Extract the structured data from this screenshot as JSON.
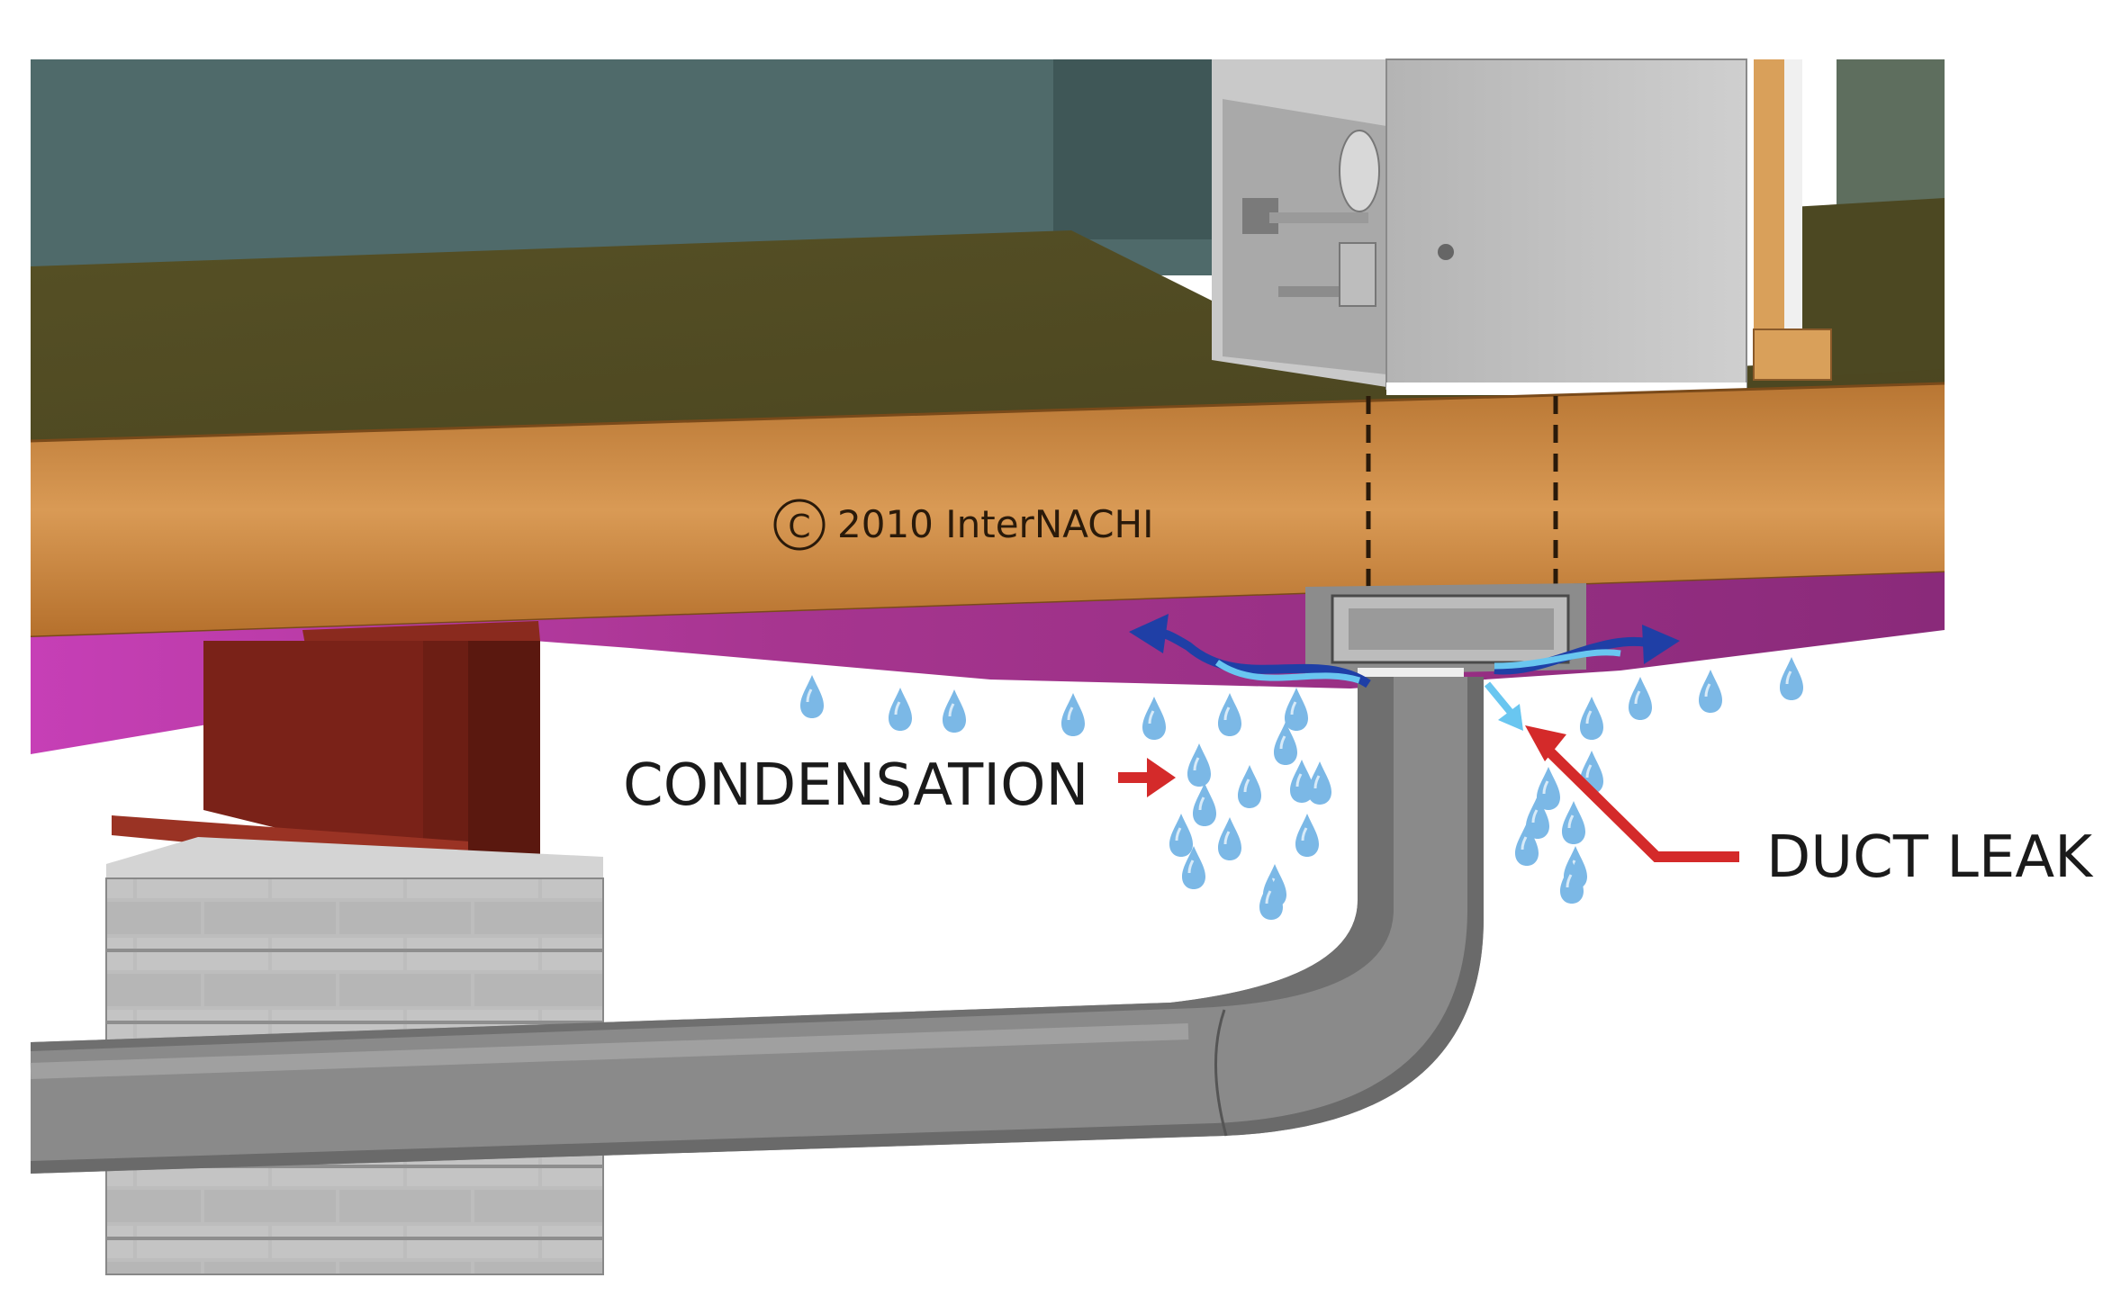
{
  "labels": {
    "condensation": "CONDENSATION",
    "duct_leak": "DUCT LEAK",
    "copyright_symbol": "C",
    "copyright_text": "2010  InterNACHI"
  },
  "colors": {
    "arrow_red": "#d42a2a",
    "vapor_barrier": "#b0379e",
    "wood_beam": "#c98a45",
    "steel_beam": "#7a2218",
    "duct_gray": "#8a8a8a",
    "water_drop": "#7bb8e6",
    "airflow_dark": "#1f3fa6",
    "airflow_light": "#69c6f0",
    "floor": "#4f4a22",
    "wall": "#4f6a6a"
  },
  "icons": {
    "air_handler": "air-handler-icon",
    "water_drop": "water-drop-icon",
    "airflow": "airflow-arrow-icon",
    "pointer": "red-arrow-icon"
  }
}
